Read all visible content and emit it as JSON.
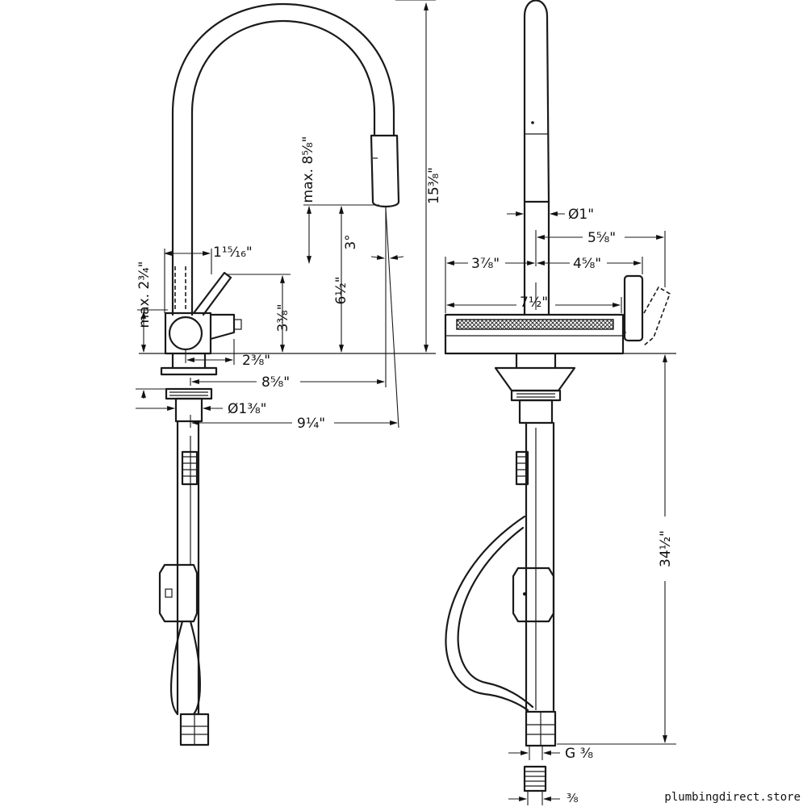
{
  "dimensions": {
    "height_overall": "15³⁄₈\"",
    "spout_clearance_max": "max. 8⁵⁄₈\"",
    "spout_clearance": "6¹⁄₂\"",
    "spray_angle": "3°",
    "body_width": "1¹⁵⁄₁₆\"",
    "handle_height_max": "max. 2³⁄₄\"",
    "handle_height": "3³⁄₈\"",
    "handle_offset": "2³⁄₈\"",
    "spout_reach": "8⁵⁄₈\"",
    "hole_diameter": "Ø1³⁄₈\"",
    "reach_overall": "9¹⁄₄\"",
    "spray_diameter": "Ø1\"",
    "handle_reach": "5⁵⁄₈\"",
    "offset_left": "3⁷⁄₈\"",
    "offset_right": "4⁵⁄₈\"",
    "base_width": "7¹⁄₂\"",
    "hose_length": "34¹⁄₂\"",
    "connection_thread": "G ³⁄₈",
    "connection_size": "³⁄₈"
  },
  "watermark": "plumbingdirect.store"
}
